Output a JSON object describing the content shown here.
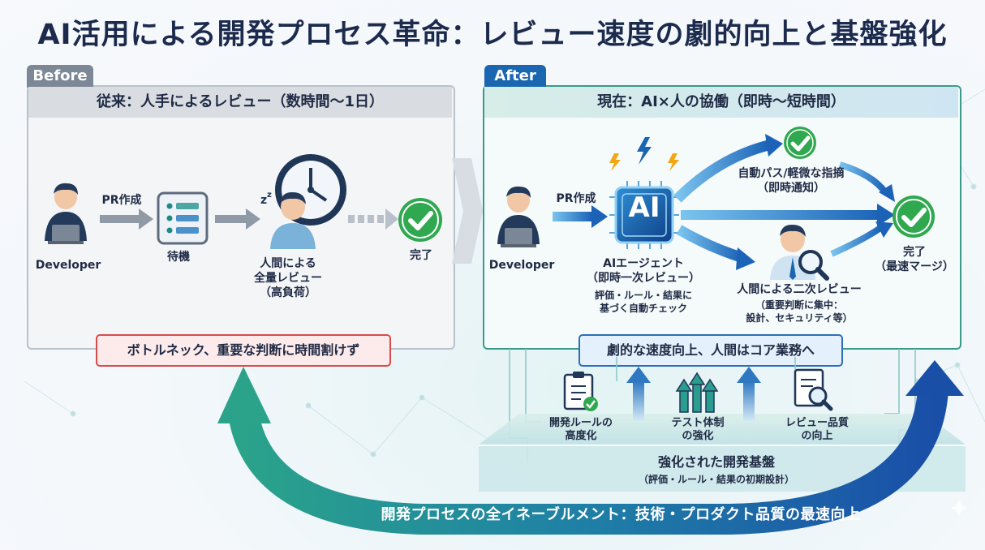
{
  "title": "AI活用による開発プロセス革命：レビュー速度の劇的向上と基盤強化",
  "before": {
    "tab": "Before",
    "header": "従来：人手によるレビュー（数時間〜1日）",
    "developer": "Developer",
    "pr": "PR作成",
    "wait": "待機",
    "review_lines": [
      "人間による",
      "全量レビュー",
      "（高負荷）"
    ],
    "done": "完了",
    "bottleneck": "ボトルネック、重要な判断に時間割けず"
  },
  "after": {
    "tab": "After",
    "header": "現在：AI×人の協働（即時〜短時間）",
    "developer": "Developer",
    "pr": "PR作成",
    "ai_chip": "AI",
    "ai_agent_lines": [
      "AIエージェント",
      "（即時一次レビュー）"
    ],
    "ai_detail_lines": [
      "評価・ルール・結果に",
      "基づく自動チェック"
    ],
    "auto_pass_lines": [
      "自動パス/軽微な指摘",
      "（即時通知）"
    ],
    "human_review": "人間による二次レビュー",
    "human_detail_lines": [
      "（重要判断に集中：",
      "設計、セキュリティ等）"
    ],
    "done_lines": [
      "完了",
      "（最速マージ）"
    ],
    "speedup": "劇的な速度向上、人間はコア業務へ"
  },
  "platform": {
    "items": [
      {
        "lines": [
          "開発ルールの",
          "高度化"
        ],
        "icon": "checklist-icon"
      },
      {
        "lines": [
          "テスト体制",
          "の強化"
        ],
        "icon": "growth-arrows-icon"
      },
      {
        "lines": [
          "レビュー品質",
          "の向上"
        ],
        "icon": "magnifier-document-icon"
      }
    ],
    "title": "強化された開発基盤",
    "subtitle": "（評価・ルール・結果の初期設計）"
  },
  "enablement": "開発プロセスの全イネーブルメント：技術・プロダクト品質の最速向上",
  "colors": {
    "before_accent": "#7c8896",
    "after_accent": "#1a66b0",
    "teal": "#2a9d8f",
    "check_green": "#2fa84f",
    "alert_red": "#d64b4b"
  }
}
